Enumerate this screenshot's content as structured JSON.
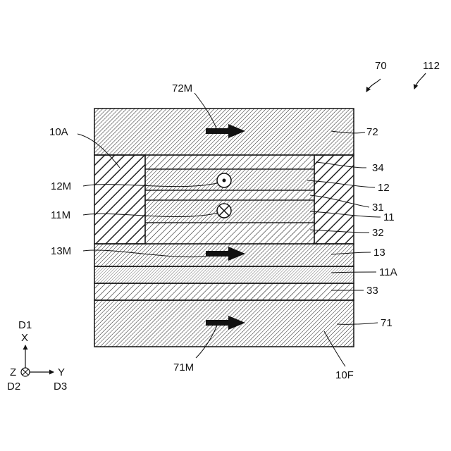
{
  "figure_ref": "112",
  "labels": {
    "device": "70",
    "figure_ref": "112",
    "layer_72": "72",
    "magnetization_72": "72M",
    "region_10A": "10A",
    "layer_34": "34",
    "magnetization_12": "12M",
    "layer_12": "12",
    "layer_31": "31",
    "magnetization_11": "11M",
    "layer_11": "11",
    "layer_32": "32",
    "magnetization_13": "13M",
    "layer_13": "13",
    "layer_11A": "11A",
    "layer_33": "33",
    "layer_71": "71",
    "magnetization_71": "71M",
    "face_10F": "10F"
  },
  "axes": {
    "x_dir": "D1",
    "x_axis": "X",
    "z_axis": "Z",
    "z_dir": "D2",
    "y_axis": "Y",
    "y_dir": "D3"
  },
  "colors": {
    "line": "#111111",
    "background": "#ffffff"
  },
  "icons": {
    "arrow_right": "magnetization-arrow-icon",
    "out_of_plane": "dot-circle-icon",
    "into_plane": "cross-circle-icon"
  }
}
